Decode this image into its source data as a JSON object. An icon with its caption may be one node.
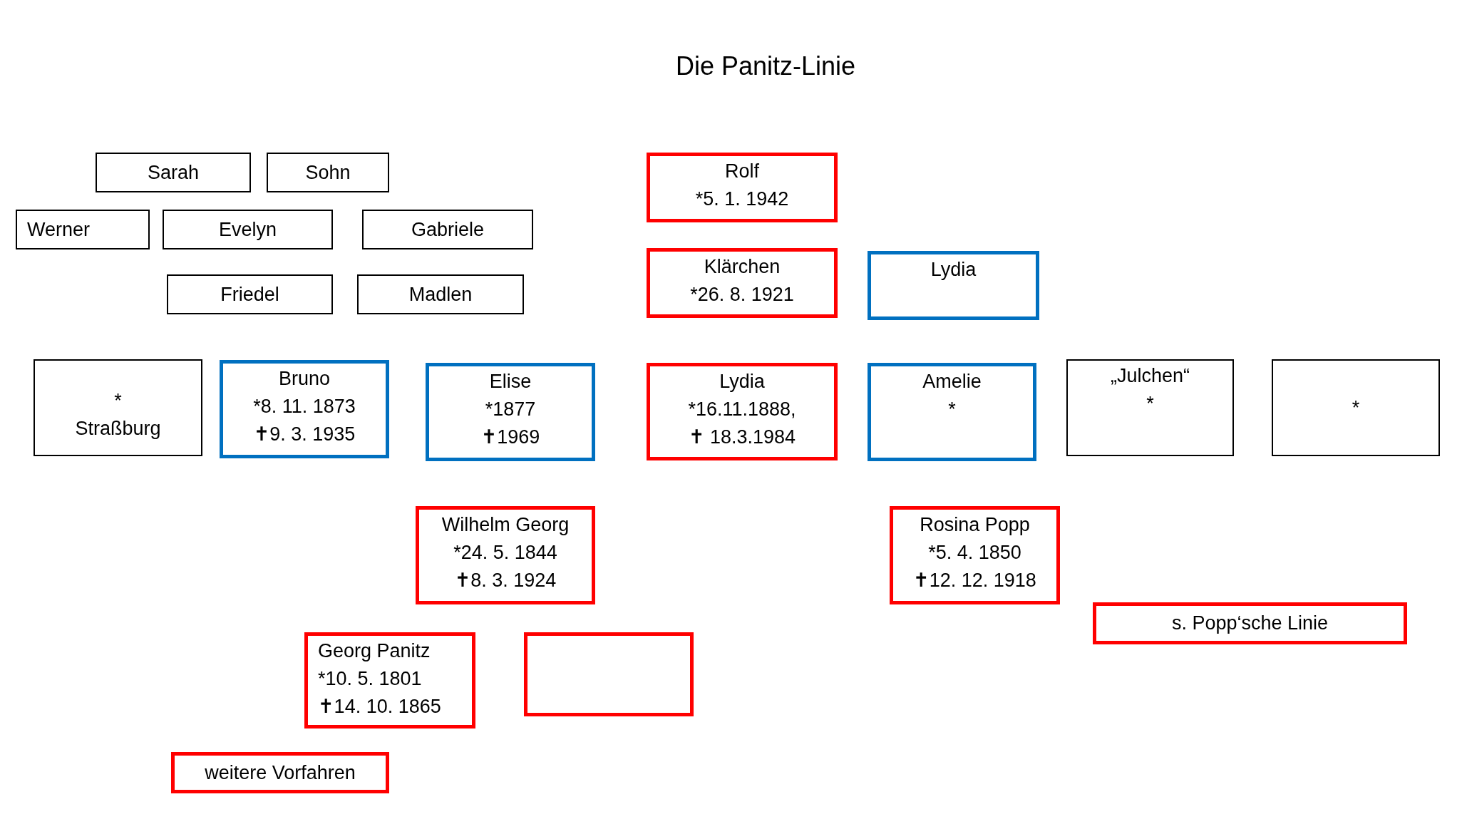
{
  "diagram": {
    "title": "Die Panitz-Linie",
    "nodes": [
      {
        "text": [
          "Sarah"
        ]
      },
      {
        "text": [
          "Sohn"
        ]
      },
      {
        "text": [
          "Rolf",
          "*5. 1. 1942"
        ]
      },
      {
        "text": [
          "Werner"
        ]
      },
      {
        "text": [
          "Evelyn"
        ]
      },
      {
        "text": [
          "Gabriele"
        ]
      },
      {
        "text": [
          "Klärchen",
          "*26. 8. 1921"
        ]
      },
      {
        "text": [
          "Lydia"
        ]
      },
      {
        "text": [
          "Friedel"
        ]
      },
      {
        "text": [
          "Madlen"
        ]
      },
      {
        "text": [
          "*",
          "Straßburg"
        ]
      },
      {
        "text": [
          "Bruno",
          "*8. 11. 1873",
          "✝9. 3. 1935"
        ]
      },
      {
        "text": [
          "Elise",
          "*1877",
          "✝1969"
        ]
      },
      {
        "text": [
          "Lydia",
          "*16.11.1888,",
          "✝ 18.3.1984"
        ]
      },
      {
        "text": [
          "Amelie",
          "*"
        ]
      },
      {
        "text": [
          "„Julchen“",
          "*"
        ]
      },
      {
        "text": [
          "*"
        ]
      },
      {
        "text": [
          "Wilhelm Georg",
          "*24. 5. 1844",
          "✝8. 3. 1924"
        ]
      },
      {
        "text": [
          "Rosina Popp",
          "*5. 4. 1850",
          "✝12. 12. 1918"
        ]
      },
      {
        "text": [
          "s. Popp‘sche Linie"
        ]
      },
      {
        "text": [
          "Georg Panitz",
          "*10. 5. 1801",
          "✝14. 10. 1865"
        ]
      },
      {
        "text": [],
        "shape": "box"
      },
      {
        "text": [
          "weitere Vorfahren"
        ]
      }
    ]
  }
}
